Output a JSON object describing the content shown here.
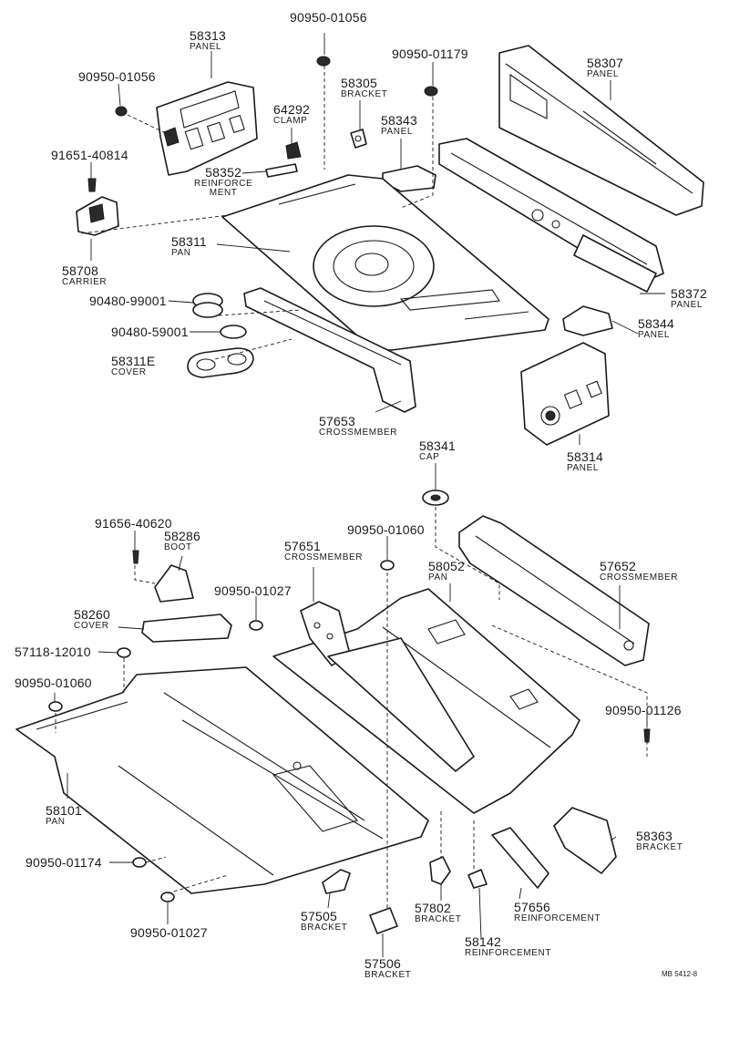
{
  "parts": [
    {
      "id": "p58313",
      "number": "58313",
      "name": "PANEL"
    },
    {
      "id": "p90950_01056a",
      "number": "90950-01056",
      "name": ""
    },
    {
      "id": "p90950_01056b",
      "number": "90950-01056",
      "name": ""
    },
    {
      "id": "p90950_01179",
      "number": "90950-01179",
      "name": ""
    },
    {
      "id": "p58305",
      "number": "58305",
      "name": "BRACKET"
    },
    {
      "id": "p64292",
      "number": "64292",
      "name": "CLAMP"
    },
    {
      "id": "p58343",
      "number": "58343",
      "name": "PANEL"
    },
    {
      "id": "p58307",
      "number": "58307",
      "name": "PANEL"
    },
    {
      "id": "p91651_40814",
      "number": "91651-40814",
      "name": ""
    },
    {
      "id": "p58352",
      "number": "58352",
      "name": "REINFORCE",
      "name2": "MENT"
    },
    {
      "id": "p58311",
      "number": "58311",
      "name": "PAN"
    },
    {
      "id": "p58708",
      "number": "58708",
      "name": "CARRIER"
    },
    {
      "id": "p90480_99001",
      "number": "90480-99001",
      "name": ""
    },
    {
      "id": "p90480_59001",
      "number": "90480-59001",
      "name": ""
    },
    {
      "id": "p58311E",
      "number": "58311E",
      "name": "COVER"
    },
    {
      "id": "p58372",
      "number": "58372",
      "name": "PANEL"
    },
    {
      "id": "p58344",
      "number": "58344",
      "name": "PANEL"
    },
    {
      "id": "p57653",
      "number": "57653",
      "name": "CROSSMEMBER"
    },
    {
      "id": "p58341",
      "number": "58341",
      "name": "CAP"
    },
    {
      "id": "p58314",
      "number": "58314",
      "name": "PANEL"
    },
    {
      "id": "p91656_40620",
      "number": "91656-40620",
      "name": ""
    },
    {
      "id": "p58286",
      "number": "58286",
      "name": "BOOT"
    },
    {
      "id": "p90950_01060a",
      "number": "90950-01060",
      "name": ""
    },
    {
      "id": "p57651",
      "number": "57651",
      "name": "CROSSMEMBER"
    },
    {
      "id": "p58052",
      "number": "58052",
      "name": "PAN"
    },
    {
      "id": "p57652",
      "number": "57652",
      "name": "CROSSMEMBER"
    },
    {
      "id": "p90950_01027a",
      "number": "90950-01027",
      "name": ""
    },
    {
      "id": "p58260",
      "number": "58260",
      "name": "COVER"
    },
    {
      "id": "p57118_12010",
      "number": "57118-12010",
      "name": ""
    },
    {
      "id": "p90950_01060b",
      "number": "90950-01060",
      "name": ""
    },
    {
      "id": "p90950_01126",
      "number": "90950-01126",
      "name": ""
    },
    {
      "id": "p58101",
      "number": "58101",
      "name": "PAN"
    },
    {
      "id": "p58363",
      "number": "58363",
      "name": "BRACKET"
    },
    {
      "id": "p90950_01174",
      "number": "90950-01174",
      "name": ""
    },
    {
      "id": "p57505",
      "number": "57505",
      "name": "BRACKET"
    },
    {
      "id": "p57802",
      "number": "57802",
      "name": "BRACKET"
    },
    {
      "id": "p57656",
      "number": "57656",
      "name": "REINFORCEMENT"
    },
    {
      "id": "p90950_01027b",
      "number": "90950-01027",
      "name": ""
    },
    {
      "id": "p58142",
      "number": "58142",
      "name": "REINFORCEMENT"
    },
    {
      "id": "p57506",
      "number": "57506",
      "name": "BRACKET"
    }
  ],
  "diagram_code": "MB 5412-8"
}
